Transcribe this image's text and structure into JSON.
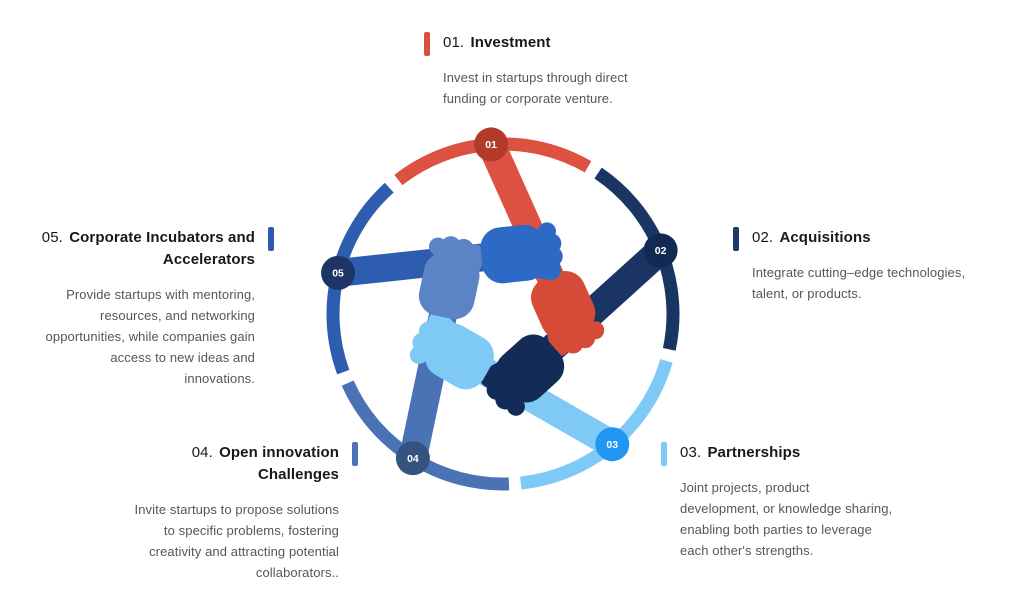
{
  "page": {
    "background": "#ffffff"
  },
  "diagram": {
    "type": "circular-teamwork-infographic",
    "center_icon": "five-fists-teamwork",
    "text_colors": {
      "title": "#17171f",
      "description": "#55555e"
    },
    "items": [
      {
        "num": "01.",
        "badge": "01",
        "name": "Investment",
        "desc": "Invest in startups through direct\nfunding or corporate venture.",
        "accent": "#d8503c",
        "arc": "#dc5140",
        "arm": "#dc5140",
        "fist": "#d54b38",
        "badge_bg": "#b23a2b"
      },
      {
        "num": "02.",
        "badge": "02",
        "name": "Acquisitions",
        "desc": "Integrate cutting–edge technologies,\ntalent, or products.",
        "accent": "#1d3a6e",
        "arc": "#1a3463",
        "arm": "#1a3463",
        "fist": "#132c57",
        "badge_bg": "#122a52"
      },
      {
        "num": "03.",
        "badge": "03",
        "name": "Partnerships",
        "desc": "Joint projects, product\ndevelopment, or knowledge sharing,\nenabling both parties to leverage\neach other's strengths.",
        "accent": "#7ec9f5",
        "arc": "#7ec9f5",
        "arm": "#7ec9f5",
        "fist": "#7ec9f5",
        "badge_bg": "#2196f3"
      },
      {
        "num": "04.",
        "badge": "04",
        "name": "Open innovation\nChallenges",
        "desc": "Invite startups to propose solutions\nto specific problems, fostering\ncreativity and attracting potential\ncollaborators..",
        "accent": "#4a72b5",
        "arc": "#4a72b5",
        "arm": "#4a72b5",
        "fist": "#5b84c4",
        "badge_bg": "#35537f"
      },
      {
        "num": "05.",
        "badge": "05",
        "name": "Corporate Incubators and\nAccelerators",
        "desc": "Provide startups with mentoring,\nresources, and networking\nopportunities, while companies gain\naccess to new ideas and\ninnovations.",
        "accent": "#2e5cae",
        "arc": "#2e5cae",
        "arm": "#2e5cae",
        "fist": "#2d6ac5",
        "badge_bg": "#1c3566"
      }
    ]
  }
}
